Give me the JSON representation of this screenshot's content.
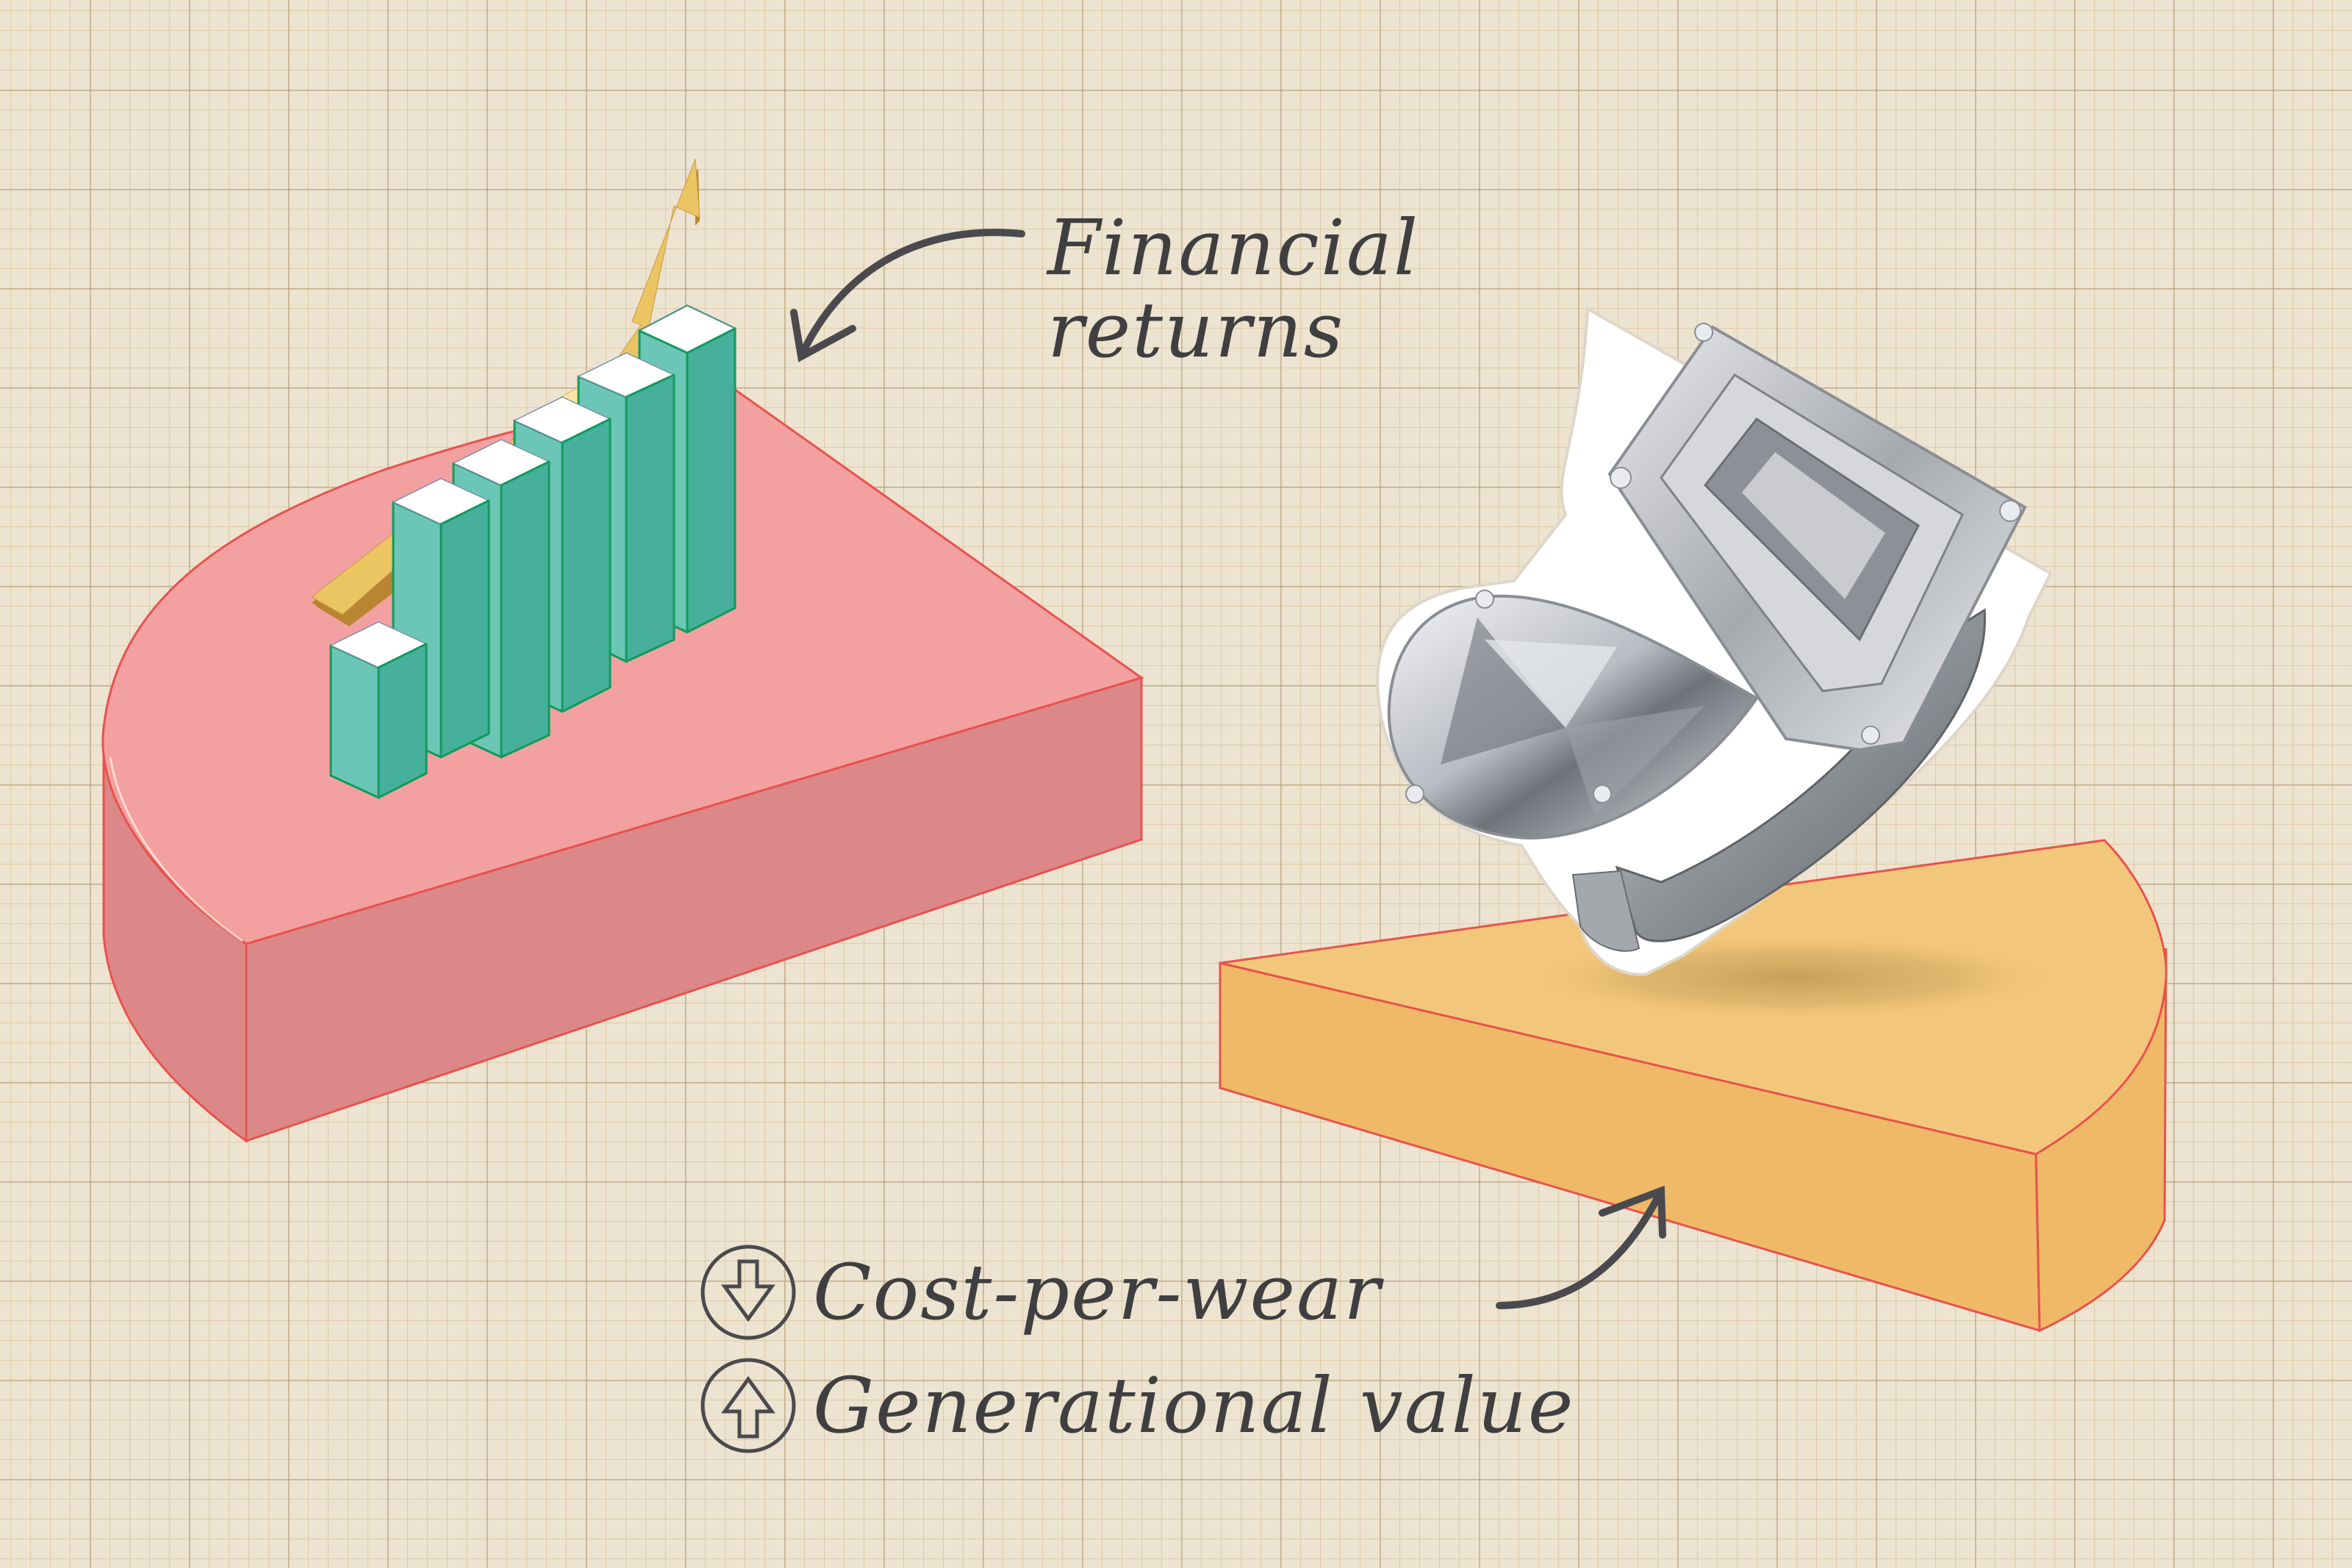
{
  "illustration": {
    "background": {
      "type": "graph-paper",
      "paper_color": "#ece3d0",
      "minor_grid_color": "#dcc99a",
      "major_grid_color": "#c9bda6"
    },
    "pink_pie_slice": {
      "top_color": "#f3a0a0",
      "side_color": "#dc8888",
      "outline_color": "#e8524e"
    },
    "bar_chart_3d": {
      "bar_count": 6,
      "front_color": "#46b09c",
      "side_color": "#6cc6b6",
      "top_color": "#ffffff",
      "outline_color": "#129a5c"
    },
    "trend_arrow": {
      "direction": "up",
      "color": "#ebc562",
      "light_color": "#fbe3a0",
      "shadow_color": "#b88532"
    },
    "orange_pie_slice": {
      "top_color": "#f3c77b",
      "side_color": "#f0b967",
      "outline_color": "#e8524e"
    },
    "ring": {
      "description": "toi-et-moi ring with pear-cut and emerald-cut diamonds",
      "metal_color": "#8f9396"
    }
  },
  "annotations": {
    "financial_returns": {
      "line1": "Financial",
      "line2": "returns"
    },
    "legend": [
      {
        "icon": "arrow-down-circle-icon",
        "text": "Cost-per-wear"
      },
      {
        "icon": "arrow-up-circle-icon",
        "text": "Generational value"
      }
    ]
  }
}
